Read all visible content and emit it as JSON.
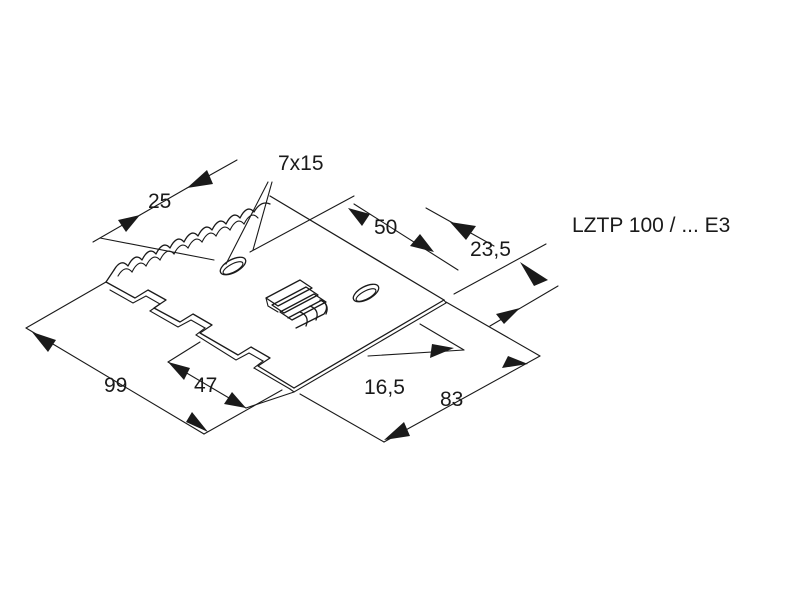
{
  "part_number": "LZTP 100 / ... E3",
  "dimensions": {
    "slot": "7x15",
    "d25": "25",
    "d50": "50",
    "d23_5": "23,5",
    "d99": "99",
    "d47": "47",
    "d16_5": "16,5",
    "d83": "83"
  }
}
